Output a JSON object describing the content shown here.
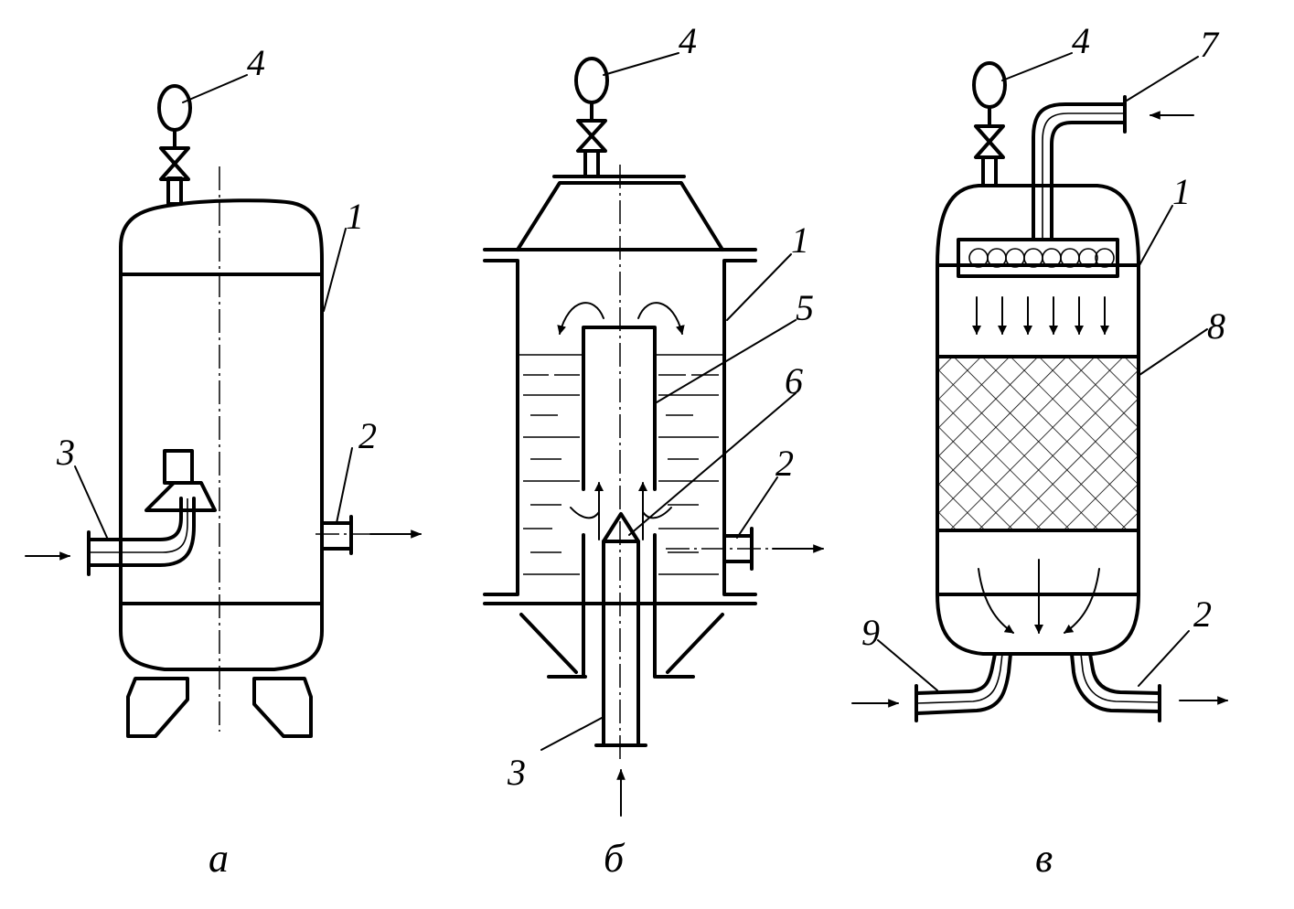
{
  "panels": {
    "a": {
      "caption": "а",
      "labels": {
        "l1": "1",
        "l2": "2",
        "l3": "3",
        "l4": "4"
      }
    },
    "b": {
      "caption": "б",
      "labels": {
        "l1": "1",
        "l2": "2",
        "l3": "3",
        "l4": "4",
        "l5": "5",
        "l6": "6"
      }
    },
    "c": {
      "caption": "в",
      "labels": {
        "l1": "1",
        "l2": "2",
        "l4": "4",
        "l7": "7",
        "l8": "8",
        "l9": "9"
      }
    }
  }
}
